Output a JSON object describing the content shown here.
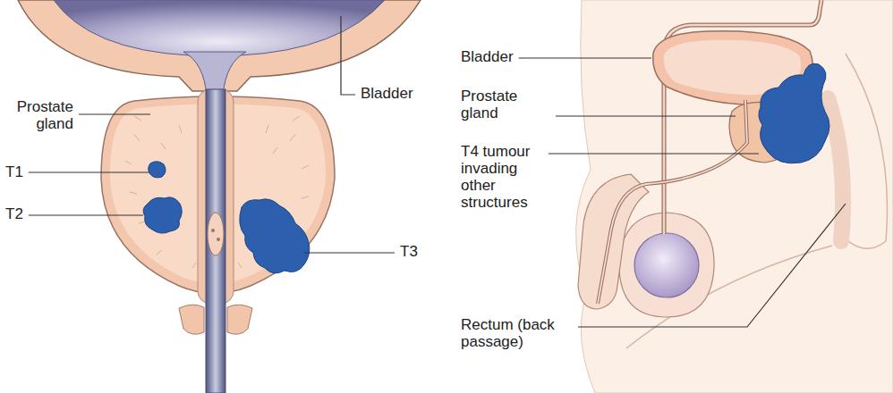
{
  "diagram": {
    "labels": [
      "Prostate gland",
      "Bladder",
      "T1",
      "T2",
      "T3",
      "Bladder",
      "Prostate gland",
      "T4 tumour invading other structures",
      "Rectum (back passage)"
    ]
  }
}
